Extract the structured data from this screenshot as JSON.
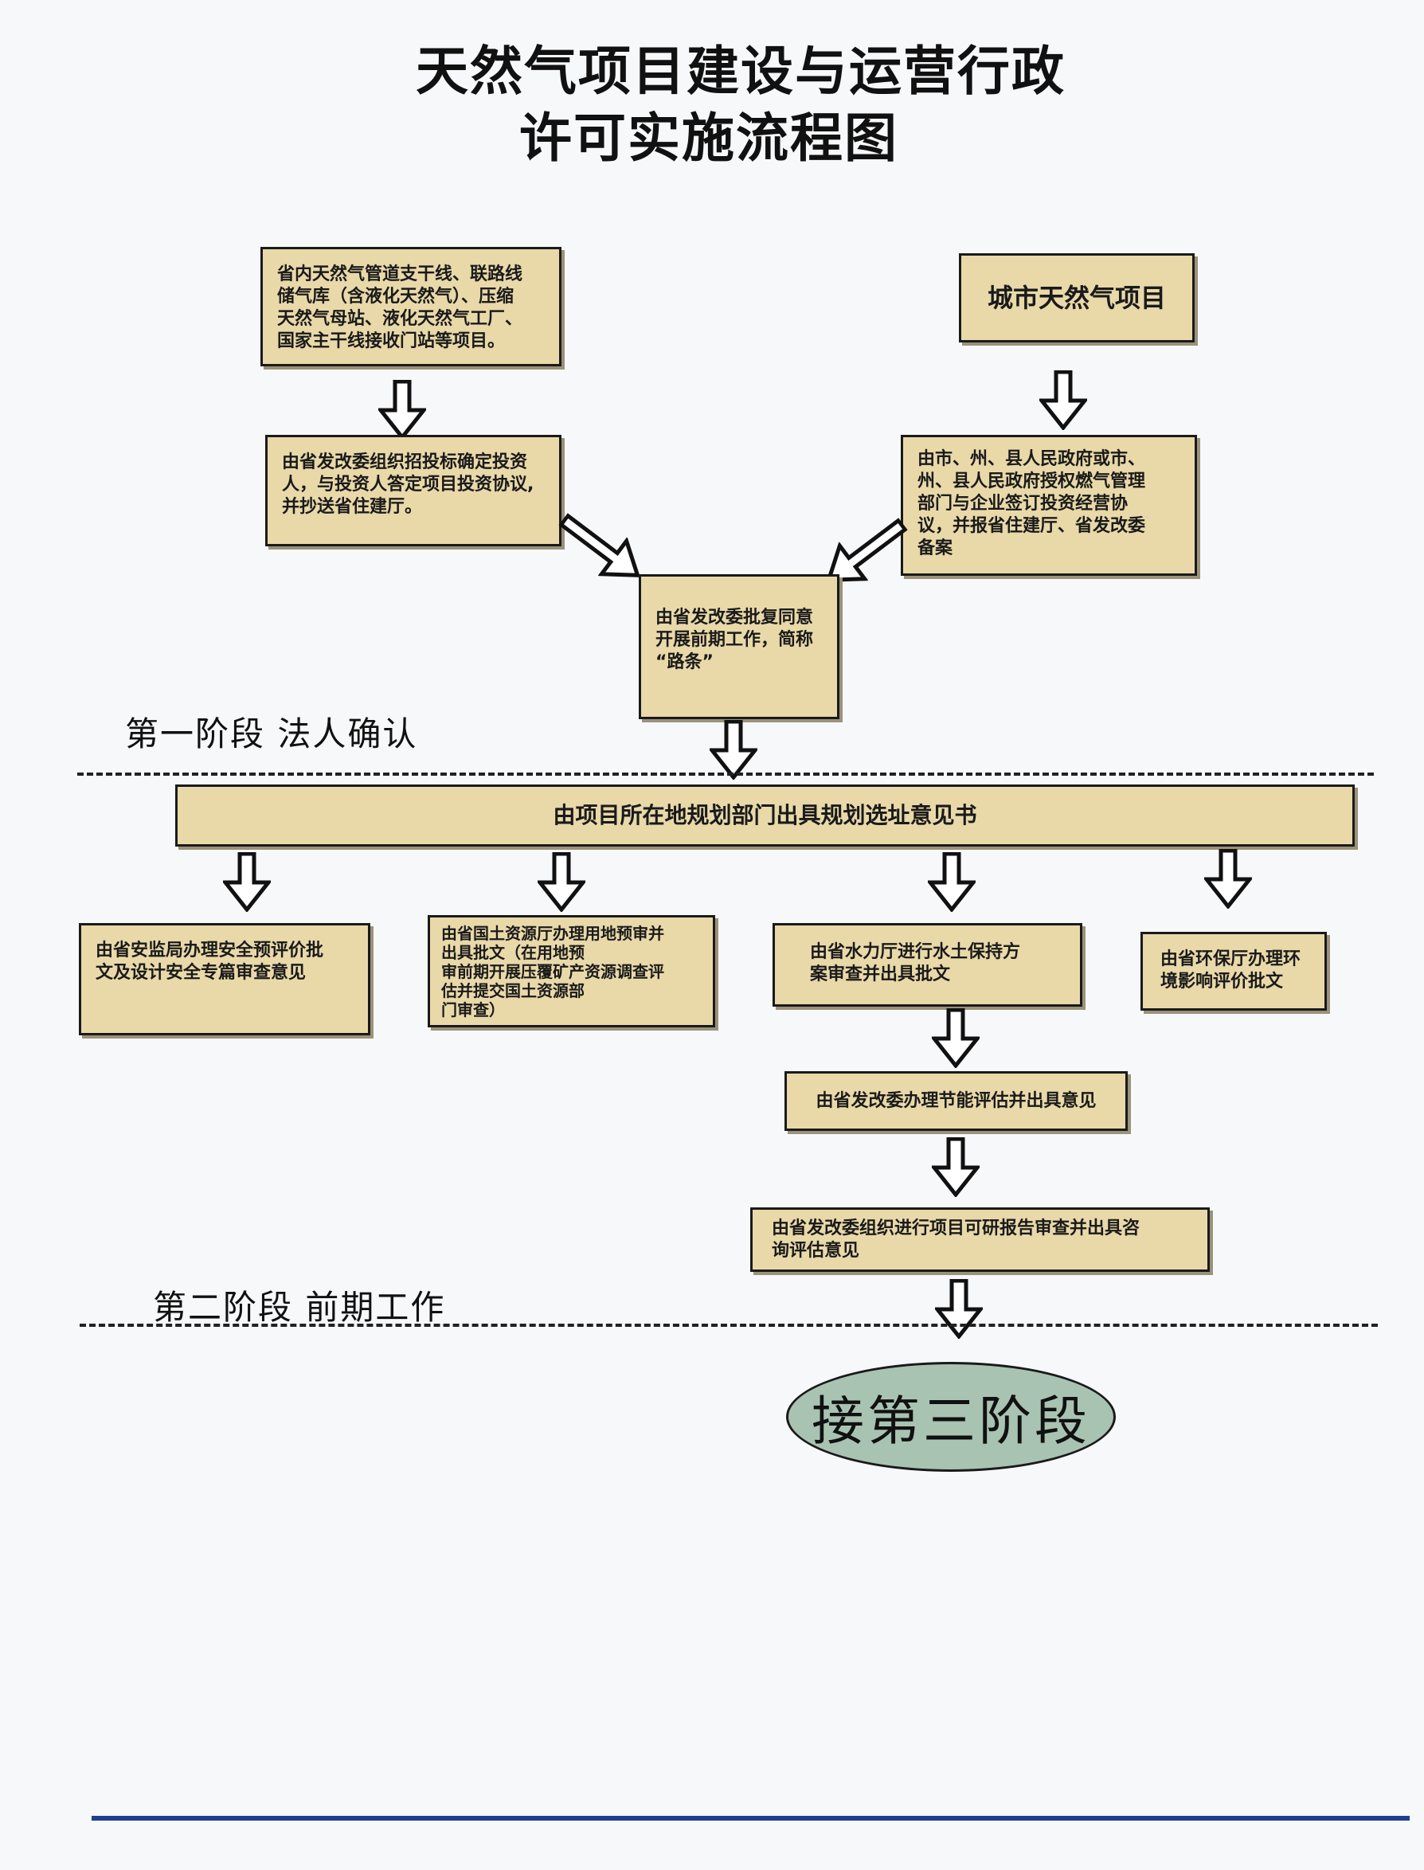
{
  "title": {
    "line1": "天然气项目建设与运营行政",
    "line2": "许可实施流程图"
  },
  "boxes": {
    "provincial_projects": [
      "省内天然气管道支干线、联路线",
      "储气库（含液化天然气）、压缩",
      "天然气母站、液化天然气工厂、",
      "国家主干线接收门站等项目。"
    ],
    "city_projects": "城市天然气项目",
    "tender": [
      "由省发改委组织招投标确定投资",
      "人，与投资人答定项目投资协议,",
      "并抄送省住建厅。"
    ],
    "city_agreement": [
      "由市、州、县人民政府或市、",
      "州、县人民政府授权燃气管理",
      "部门与企业签订投资经营协",
      "议，并报省住建厅、省发改委",
      "备案"
    ],
    "road_permit": [
      "由省发改委批复同意",
      "开展前期工作，简称",
      "“路条”"
    ],
    "site_selection": "由项目所在地规划部门出具规划选址意见书",
    "safety": [
      "由省安监局办理安全预评价批",
      "文及设计安全专篇审查意见"
    ],
    "land": [
      "由省国土资源厅办理用地预审并",
      "出具批文（在用地预",
      "审前期开展压覆矿产资源调查评",
      "估并提交国土资源部",
      "门审查）"
    ],
    "water": [
      "由省水力厅进行水土保持方",
      "案审查并出具批文"
    ],
    "environment": [
      "由省环保厅办理环",
      "境影响评价批文"
    ],
    "energy": "由省发改委办理节能评估并出具意见",
    "feasibility": [
      "由省发改委组织进行项目可研报告审查并出具咨",
      "询评估意见"
    ]
  },
  "stages": {
    "stage1": "第一阶段  法人确认",
    "stage2": "第二阶段  前期工作"
  },
  "next": "接第三阶段",
  "colors": {
    "box_fill": "#e9d9a9",
    "ellipse_fill": "#a9c3b3",
    "rule": "#1f3f8f"
  }
}
